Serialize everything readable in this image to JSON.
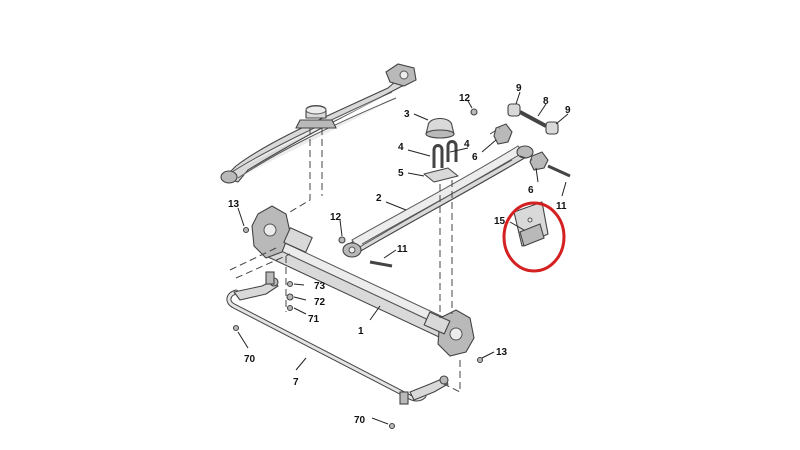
{
  "callouts": {
    "c1": "1",
    "c2": "2",
    "c3": "3",
    "c4a": "4",
    "c4b": "4",
    "c5": "5",
    "c6a": "6",
    "c6b": "6",
    "c7": "7",
    "c8": "8",
    "c9a": "9",
    "c9b": "9",
    "c11a": "11",
    "c11b": "11",
    "c12a": "12",
    "c12b": "12",
    "c13a": "13",
    "c13b": "13",
    "c15": "15",
    "c70a": "70",
    "c70b": "70",
    "c71": "71",
    "c72": "72",
    "c73": "73"
  },
  "highlight": {
    "color": "#d42020",
    "target": "15"
  }
}
